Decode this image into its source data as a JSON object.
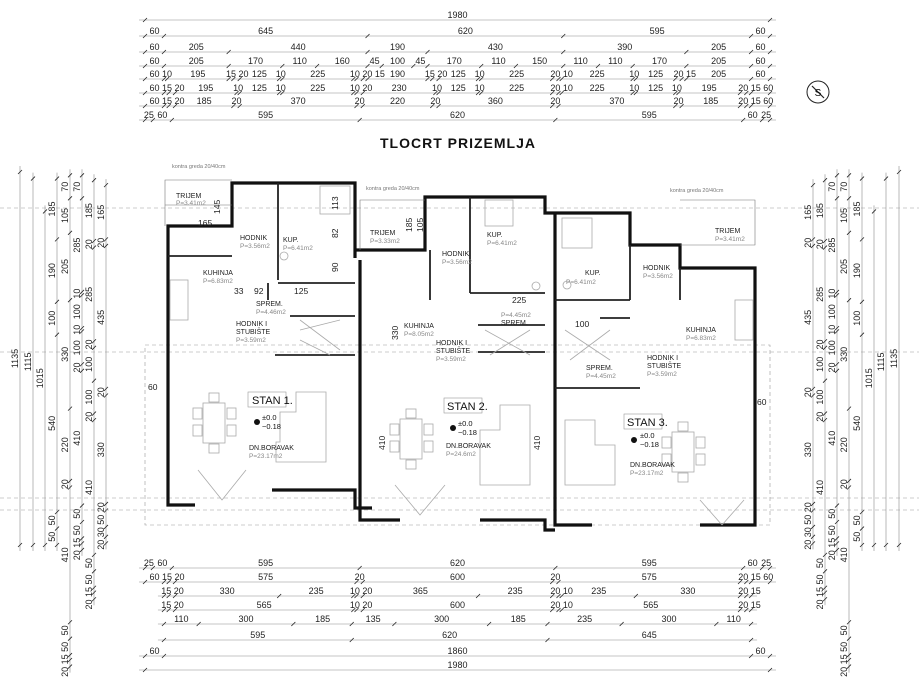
{
  "title": "TLOCRT  PRIZEMLJA",
  "north_label": "S",
  "beam_note": "kontra greda 20/40cm",
  "dimensions": {
    "top_rows": [
      {
        "start": 0,
        "segments": [
          1980
        ]
      },
      {
        "start": 0,
        "segments": [
          60,
          645,
          620,
          595,
          60
        ]
      },
      {
        "start": 0,
        "segments": [
          60,
          205,
          440,
          190,
          430,
          390,
          205,
          60
        ]
      },
      {
        "start": 0,
        "segments": [
          60,
          205,
          170,
          110,
          160,
          45,
          100,
          45,
          170,
          110,
          150,
          110,
          110,
          170,
          205,
          60
        ]
      },
      {
        "start": 0,
        "segments": [
          60,
          10,
          195,
          15,
          20,
          125,
          10,
          225,
          10,
          20,
          15,
          190,
          15,
          20,
          125,
          10,
          225,
          20,
          10,
          225,
          10,
          125,
          20,
          15,
          205,
          60
        ]
      },
      {
        "start": 0,
        "segments": [
          60,
          15,
          20,
          195,
          10,
          125,
          10,
          225,
          10,
          20,
          230,
          10,
          125,
          10,
          225,
          20,
          10,
          225,
          10,
          125,
          10,
          195,
          20,
          15,
          60
        ]
      },
      {
        "start": 0,
        "segments": [
          60,
          15,
          20,
          185,
          20,
          370,
          20,
          220,
          20,
          360,
          20,
          370,
          20,
          185,
          20,
          15,
          60
        ]
      },
      {
        "start": 0,
        "segments": [
          25,
          60,
          595,
          620,
          595,
          60,
          25
        ]
      }
    ],
    "bottom_rows": [
      {
        "start": 0,
        "segments": [
          25,
          60,
          595,
          620,
          595,
          60,
          25
        ]
      },
      {
        "start": 0,
        "segments": [
          60,
          15,
          20,
          575,
          20,
          600,
          20,
          575,
          20,
          15,
          60
        ]
      },
      {
        "start": 60,
        "segments": [
          15,
          20,
          330,
          235,
          10,
          20,
          365,
          235,
          20,
          10,
          235,
          330,
          20,
          15
        ]
      },
      {
        "start": 60,
        "segments": [
          15,
          20,
          565,
          10,
          20,
          600,
          20,
          10,
          565,
          20,
          15
        ]
      },
      {
        "start": 60,
        "segments": [
          110,
          300,
          185,
          135,
          300,
          185,
          235,
          300,
          110
        ]
      },
      {
        "start": 60,
        "segments": [
          595,
          620,
          645
        ]
      },
      {
        "start": 0,
        "segments": [
          60,
          1860,
          60
        ]
      },
      {
        "start": 0,
        "segments": [
          1980
        ]
      }
    ],
    "left_cols": [
      {
        "start": 0,
        "segments": [
          1135
        ]
      },
      {
        "start": 20,
        "segments": [
          1115
        ]
      },
      {
        "start": 120,
        "segments": [
          1015
        ]
      },
      {
        "start": 20,
        "segments": [
          185,
          190,
          100,
          540,
          50,
          50
        ]
      },
      {
        "start": 10,
        "segments": [
          70,
          105,
          205,
          330,
          220,
          20,
          410,
          50,
          50,
          15,
          20
        ]
      },
      {
        "start": 10,
        "segments": [
          70,
          285,
          10,
          100,
          10,
          100,
          20,
          410,
          50,
          50,
          15,
          20
        ]
      },
      {
        "start": 25,
        "segments": [
          185,
          20,
          285,
          20,
          100,
          100,
          20,
          410,
          50,
          50,
          15,
          20
        ]
      },
      {
        "start": 40,
        "segments": [
          165,
          20,
          435,
          20,
          330,
          20,
          50,
          30,
          20
        ]
      }
    ],
    "right_cols": [
      {
        "start": 0,
        "segments": [
          1135
        ]
      },
      {
        "start": 20,
        "segments": [
          1115
        ]
      },
      {
        "start": 120,
        "segments": [
          1015
        ]
      },
      {
        "start": 20,
        "segments": [
          185,
          190,
          100,
          540,
          50,
          50
        ]
      },
      {
        "start": 10,
        "segments": [
          70,
          105,
          205,
          330,
          220,
          20,
          410,
          50,
          50,
          15,
          20
        ]
      },
      {
        "start": 10,
        "segments": [
          70,
          285,
          10,
          100,
          10,
          100,
          20,
          410,
          50,
          50,
          15,
          20
        ]
      },
      {
        "start": 25,
        "segments": [
          185,
          20,
          285,
          20,
          100,
          100,
          20,
          410,
          50,
          50,
          15,
          20
        ]
      },
      {
        "start": 40,
        "segments": [
          165,
          20,
          435,
          20,
          330,
          20,
          50,
          30,
          20
        ]
      }
    ]
  },
  "units": [
    {
      "name": "STAN 1.",
      "level_top": "±0.0",
      "level_bottom": "−0.18",
      "rooms": {
        "trijem": {
          "name": "TRIJEM",
          "area": "P=3.41m2"
        },
        "hodnik": {
          "name": "HODNIK",
          "area": "P=3.56m2"
        },
        "kup": {
          "name": "KUP.",
          "area": "P=6.41m2"
        },
        "kuhinja": {
          "name": "KUHINJA",
          "area": "P=6.83m2"
        },
        "sprem": {
          "name": "SPREM.",
          "area": "P=4.46m2"
        },
        "stubiste": {
          "name1": "HODNIK I",
          "name2": "STUBIŠTE",
          "area": "P=3.59m2"
        },
        "boravak": {
          "name": "DN.BORAVAK",
          "area": "P=23.17m2"
        }
      }
    },
    {
      "name": "STAN 2.",
      "level_top": "±0.0",
      "level_bottom": "−0.18",
      "rooms": {
        "trijem": {
          "name": "TRIJEM",
          "area": "P=3.33m2"
        },
        "hodnik": {
          "name": "HODNIK",
          "area": "P=3.56m2"
        },
        "kup": {
          "name": "KUP.",
          "area": "P=6.41m2"
        },
        "kuhinja": {
          "name": "KUHINJA",
          "area": "P=8.05m2"
        },
        "sprem": {
          "name": "SPREM.",
          "area": "P=4.45m2"
        },
        "stubiste": {
          "name1": "HODNIK I",
          "name2": "STUBIŠTE",
          "area": "P=3.59m2"
        },
        "boravak": {
          "name": "DN.BORAVAK",
          "area": "P=24.6m2"
        }
      }
    },
    {
      "name": "STAN 3.",
      "level_top": "±0.0",
      "level_bottom": "−0.18",
      "rooms": {
        "trijem": {
          "name": "TRIJEM",
          "area": "P=3.41m2"
        },
        "hodnik": {
          "name": "HODNIK",
          "area": "P=3.56m2"
        },
        "kup": {
          "name": "KUP.",
          "area": "P=6.41m2"
        },
        "kuhinja": {
          "name": "KUHINJA",
          "area": "P=6.83m2"
        },
        "sprem": {
          "name": "SPREM.",
          "area": "P=4.45m2"
        },
        "stubiste": {
          "name1": "HODNIK I",
          "name2": "STUBIŠTE",
          "area": "P=3.59m2"
        },
        "boravak": {
          "name": "DN.BORAVAK",
          "area": "P=23.17m2"
        }
      }
    }
  ],
  "interior_dims": {
    "d145": "145",
    "d165": "165",
    "d113": "113",
    "d82": "82",
    "d90": "90",
    "d330": "330",
    "d410": "410",
    "d60": "60",
    "d185": "185",
    "d105": "105",
    "d92": "92",
    "d33": "33",
    "d125": "125",
    "d100": "100",
    "d225": "225"
  }
}
